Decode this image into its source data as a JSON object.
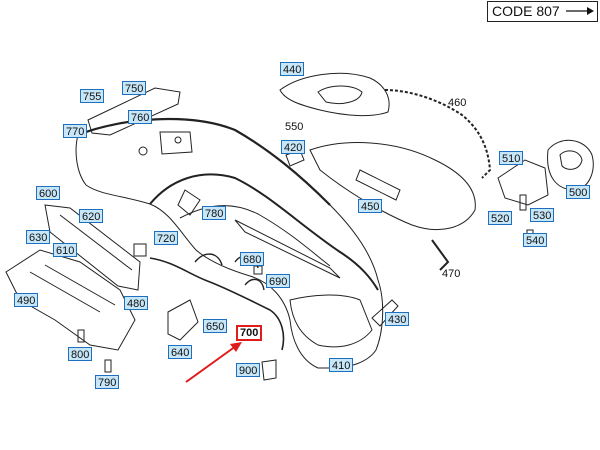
{
  "code_label": "CODE 807",
  "accent_color": "#e01b1b",
  "callout_fill": "#c7e6f8",
  "callout_border": "#1f6fbf",
  "highlighted_part": "700",
  "parts": {
    "p755": "755",
    "p750": "750",
    "p760": "760",
    "p770": "770",
    "p440": "440",
    "p460": "460",
    "p550": "550",
    "p420": "420",
    "p510": "510",
    "p500": "500",
    "p600": "600",
    "p620": "620",
    "p780": "780",
    "p630": "630",
    "p610": "610",
    "p720": "720",
    "p450": "450",
    "p520": "520",
    "p530": "530",
    "p540": "540",
    "p680": "680",
    "p690": "690",
    "p470": "470",
    "p490": "490",
    "p480": "480",
    "p650": "650",
    "p430": "430",
    "p700": "700",
    "p800": "800",
    "p640": "640",
    "p900": "900",
    "p410": "410",
    "p790": "790"
  }
}
